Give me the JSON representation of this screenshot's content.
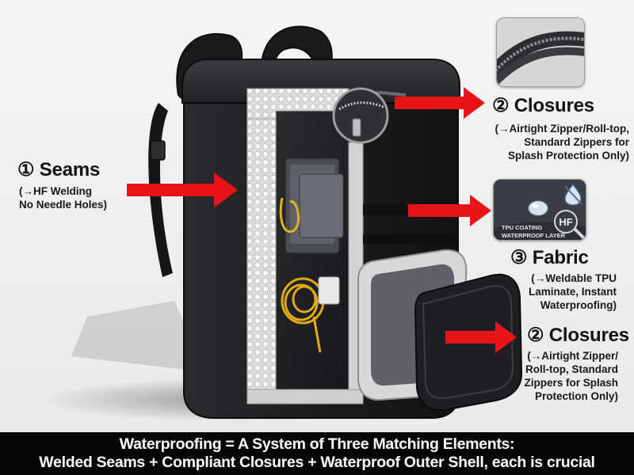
{
  "callouts": {
    "seams": {
      "title": "① Seams",
      "note": [
        "(→HF Welding",
        "No Needle Holes)"
      ]
    },
    "closures_top": {
      "title": "② Closures",
      "note": [
        "(→Airtight Zipper/Roll-top,",
        "Standard Zippers for",
        "Splash Protection Only)"
      ]
    },
    "fabric": {
      "title": "③ Fabric",
      "note": [
        "(→Weldable TPU",
        "Laminate, Instant",
        "Waterproofing)"
      ]
    },
    "closures_bottom": {
      "title": "② Closures",
      "note": [
        "(→Airtight Zipper/",
        "Roll-top, Standard",
        "Zippers for Splash",
        "Protection Only)"
      ]
    }
  },
  "fabric_inset": {
    "coating_line1": "TPU COATING",
    "coating_line2": "WATERPROOF LAYER",
    "badge": "HF",
    "icons": [
      "water-drop-icon",
      "no-water-icon",
      "magnifier-icon"
    ]
  },
  "caption": {
    "line1": "Waterproofing = A System of Three Matching Elements:",
    "line2": "Welded Seams + Compliant Closures + Waterproof Outer Shell, each is crucial"
  },
  "colors": {
    "arrow": "#e8141a",
    "backpack": "#1d1e20",
    "caption_bg": "#050505",
    "caption_text": "#ffffff"
  }
}
